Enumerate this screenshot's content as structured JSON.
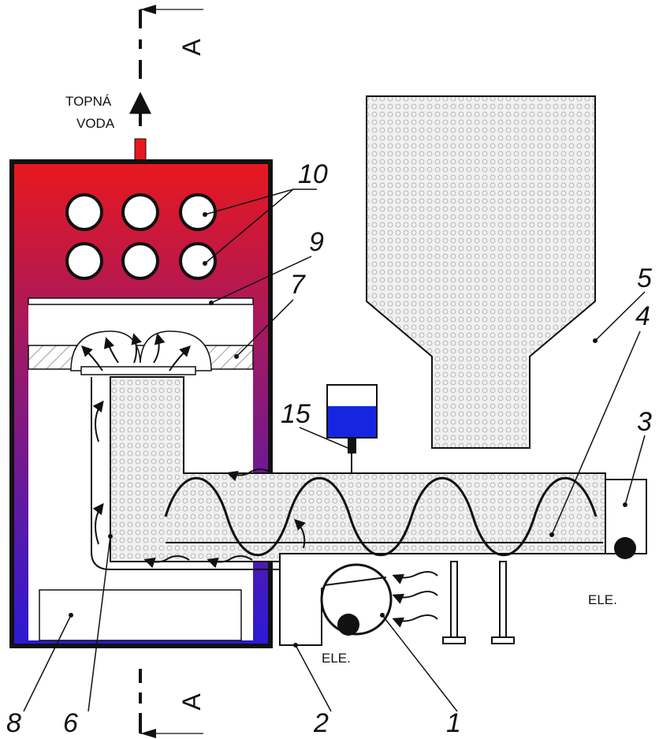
{
  "flow_label": {
    "line1": "TOPNÁ",
    "line2": "VODA"
  },
  "section_marks": {
    "top": "A",
    "bottom": "A"
  },
  "elec_label": "ELE.",
  "parts": [
    "1",
    "2",
    "3",
    "4",
    "5",
    "6",
    "7",
    "8",
    "9",
    "10",
    "15"
  ],
  "colors": {
    "boiler_top": "#e8181e",
    "boiler_bottom": "#2a1ad6",
    "water_tank": "#1525e0",
    "outline": "#111111",
    "fuel_fill": "#f1f1f1",
    "auger_fill": "#8e8e8e",
    "baffle_hatch": "#777777"
  }
}
